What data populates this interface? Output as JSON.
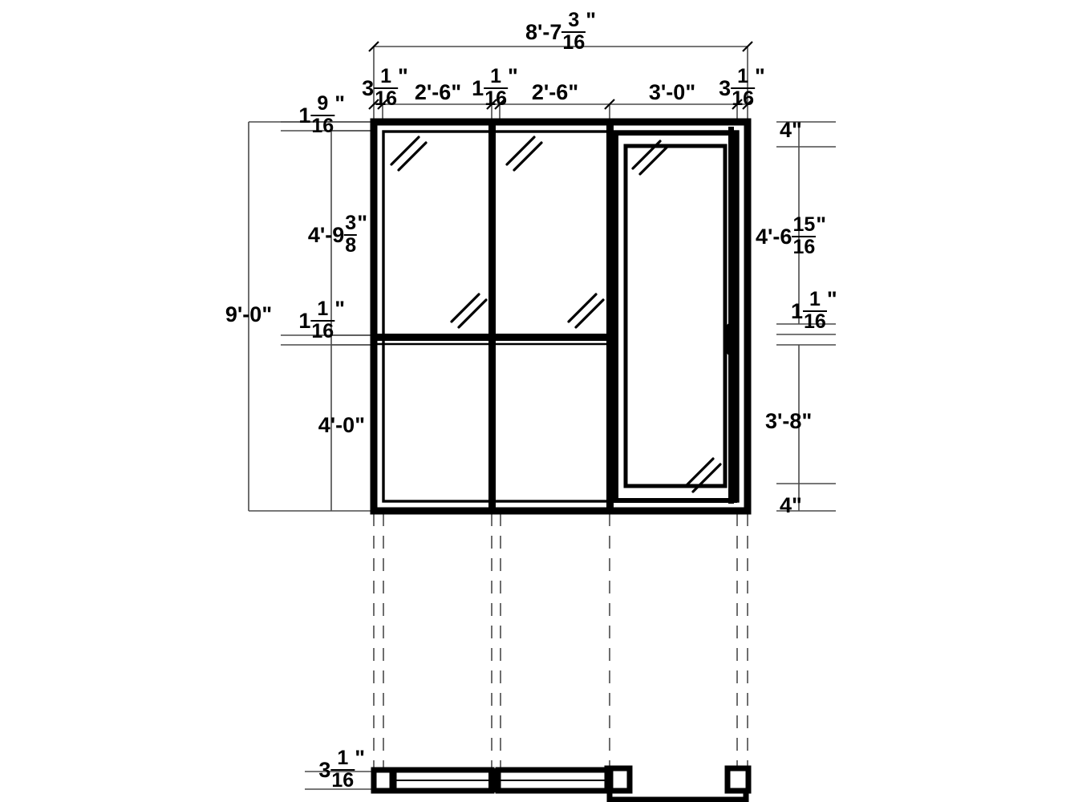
{
  "drawing": {
    "type": "architectural-elevation",
    "subject": "aluminum storefront window wall with hinged glass door",
    "views": [
      "front-elevation",
      "plan-section"
    ],
    "line_color": "#000000",
    "background_color": "#ffffff",
    "thin_line_color": "#4a4a4a"
  },
  "dimensions": {
    "overall_width": {
      "whole": "8'-7",
      "num": "3",
      "den": "16",
      "mark": "\""
    },
    "top_chain": [
      {
        "whole": "3",
        "num": "1",
        "den": "16",
        "mark": "\""
      },
      {
        "whole": "2'-6\"",
        "num": "",
        "den": "",
        "mark": ""
      },
      {
        "whole": "1",
        "num": "1",
        "den": "16",
        "mark": "\""
      },
      {
        "whole": "2'-6\"",
        "num": "",
        "den": "",
        "mark": ""
      },
      {
        "whole": "3'-0\"",
        "num": "",
        "den": "",
        "mark": ""
      },
      {
        "whole": "3",
        "num": "1",
        "den": "16",
        "mark": "\""
      }
    ],
    "head_offset": {
      "whole": "1",
      "num": "9",
      "den": "16",
      "mark": "\""
    },
    "overall_height": {
      "whole": "9'-0\"",
      "num": "",
      "den": "",
      "mark": ""
    },
    "upper_lite_height": {
      "whole": "4'-9",
      "num": "3",
      "den": "8",
      "mark": "\""
    },
    "left_mid_rail": {
      "whole": "1",
      "num": "1",
      "den": "16",
      "mark": "\""
    },
    "lower_lite_height": {
      "whole": "4'-0\"",
      "num": "",
      "den": "",
      "mark": ""
    },
    "door_head_rail": {
      "whole": "4\"",
      "num": "",
      "den": "",
      "mark": ""
    },
    "door_upper_panel": {
      "whole": "4'-6",
      "num": "15",
      "den": "16",
      "mark": "\""
    },
    "door_lock_rail": {
      "whole": "1",
      "num": "1",
      "den": "16",
      "mark": "\""
    },
    "door_lower_panel": {
      "whole": "3'-8\"",
      "num": "",
      "den": "",
      "mark": ""
    },
    "door_bottom_rail": {
      "whole": "4\"",
      "num": "",
      "den": "",
      "mark": ""
    },
    "plan_jamb_depth": {
      "whole": "3",
      "num": "1",
      "den": "16",
      "mark": "\""
    }
  },
  "elevation": {
    "frame_label": "window-frame",
    "lites": [
      {
        "name": "upper-left-lite"
      },
      {
        "name": "upper-right-lite"
      },
      {
        "name": "lower-left-lite"
      },
      {
        "name": "lower-right-lite"
      },
      {
        "name": "door-glass-lite"
      }
    ],
    "door": {
      "name": "glass-door",
      "handle": "door-pull-handle"
    }
  },
  "plan": {
    "name": "plan-section-view",
    "components": [
      "left-jamb",
      "mullion-1",
      "mullion-2",
      "door-jamb",
      "glass-infill",
      "door-leaf-sill"
    ]
  }
}
